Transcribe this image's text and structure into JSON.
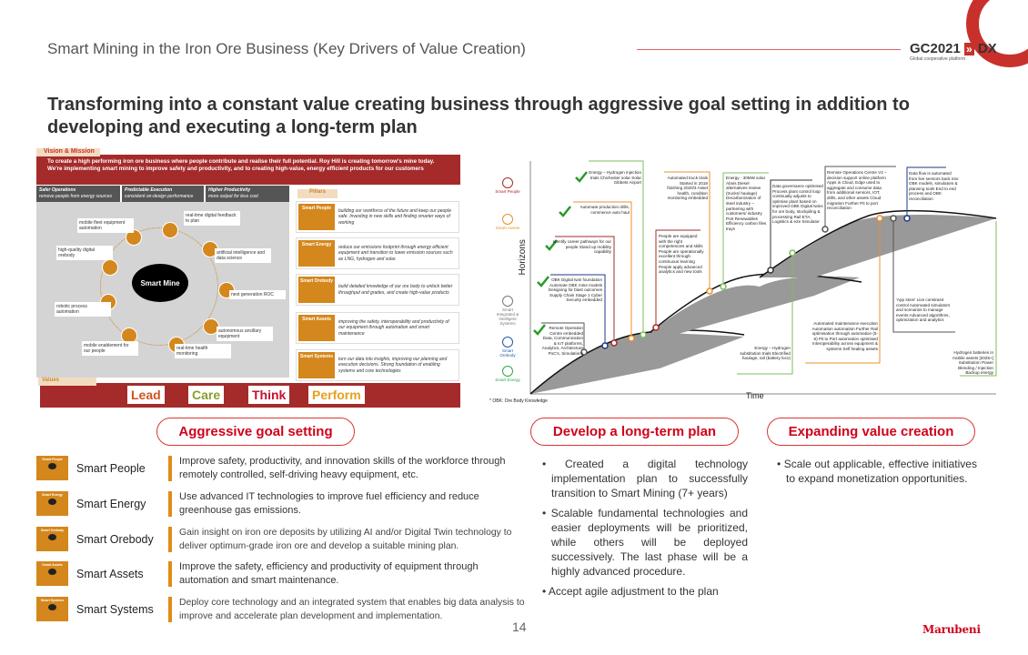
{
  "header": {
    "title": "Smart Mining in the Iron Ore Business (Key Drivers of Value Creation)",
    "logo_text": "GC2021",
    "logo_suffix": "DX",
    "logo_sub": "Global cooperative platform"
  },
  "headline": "Transforming into a constant value creating business through aggressive goal setting in addition to developing and executing a long-term plan",
  "left_image": {
    "vision_tab": "Vision & Mission",
    "vision_text": "To create a high performing iron ore business where people contribute and realise their full potential. Roy Hill is creating tomorrow's mine today. We're implementing smart mining to improve safety and productivity, and to creating high-value, energy efficient products for our customers",
    "goals": [
      {
        "t": "Safer Operations",
        "s": "remove people from energy sources"
      },
      {
        "t": "Predictable Execution",
        "s": "consistent on-design performance"
      },
      {
        "t": "Higher Productivity",
        "s": "more output for less cost"
      }
    ],
    "center": "Smart Mine",
    "nodes": [
      "real-time digital feedback to plan",
      "artificial intelligence and data science",
      "next generation ROC",
      "autonomous ancillary equipment",
      "real-time health monitoring",
      "mobile enablement for our people",
      "robotic process automation",
      "high-quality digital orebody",
      "mobile fleet equipment automation"
    ],
    "pillars_tab": "Pillars",
    "pillars": [
      {
        "n": "Smart People",
        "t": "building our workforce of the future and keep our people safe. Investing in new skills and finding smarter ways of working"
      },
      {
        "n": "Smart Energy",
        "t": "reduce our emissions footprint through energy efficient equipment and transition to lower emission sources such as LNG, hydrogen and solar."
      },
      {
        "n": "Smart Orebody",
        "t": "build detailed knowledge of our ore body to unlock better throughput and grades, and create high-value products"
      },
      {
        "n": "Smart Assets",
        "t": "improving the safety, interoperability and productivity of our equipment through automation and smart maintenance"
      },
      {
        "n": "Smart Systems",
        "t": "turn our data into insights, improving our planning and execution decisions. Strong foundation of enabling systems and core technologies"
      }
    ],
    "values_tab": "Values",
    "values": [
      {
        "t": "Lead",
        "c": "#d0531c"
      },
      {
        "t": "Care",
        "c": "#8aa02a"
      },
      {
        "t": "Think",
        "c": "#c8102e"
      },
      {
        "t": "Perform",
        "c": "#e8a020"
      }
    ]
  },
  "right_image": {
    "y_axis": "Horizons",
    "x_axis": "Time",
    "footnote": "* OBK: Ore Body Knowledge",
    "side": [
      {
        "t": "Smart People",
        "c": "#a52a2a"
      },
      {
        "t": "Smart Assets",
        "c": "#e8902a"
      },
      {
        "t": "Smart Integrated & Intelligent Systems",
        "c": "#777"
      },
      {
        "t": "Smart Orebody",
        "c": "#1e5aa8"
      },
      {
        "t": "Smart Energy",
        "c": "#2ea84a"
      }
    ],
    "boxes": [
      "Remote Operation Centre embedded Data, Communication & IoT platforms, Analytics, Architecture PoC's, Simulations",
      "OBK Digital twin foundation Automate OBK mine models Designing for blast outcomes Supply Chain Stage 1 Cyber Security embedded",
      "Identify career pathways for our people Stand up mobility capability",
      "Automate production drills, commence auto haul",
      "Energy – Hydrogen injection trials Chichester solar Solar Gibbets Airport",
      "Automated truck trials Started in 2019 finishing 2020/3 Asset health, condition monitoring embedded",
      "People are equipped with the right competencies and skills People are operationally excellent through continuous learning People apply advanced analytics and new tools",
      "Energy - 30MW solar Abnis Diesel alternatives review (trucks/ haulage) Decarbonization of steel industry – partnering with customers/ industry Port Renewables Efficiency carbon files trays",
      "Data governance optimised Process plant control loop continually adjusts to optimise plant based on improved OBK Digital twins for ore body, stockpiling & processing Rail ETA, Logistics & e2e Simulator",
      "Remote Operations Centre V2 – decision support online platform Apps in Cloud, Edge used to aggregate and consume data from additional sensors, IOT, drills, and other assets Cloud migration Further Pit to port reconciliation",
      "Data flow is automated from live sensors back into OBK models, simulators & planning tools End to end process and OBK reconciliation",
      "Energy – Hydrogen substitution trials Electrified haulage, rail (battery loco)",
      "Automated maintenance execution Automation automation Further Rail optimisation through automation (5-6) Pit to Port automation optimised Interoperability across equipment & systems Self healing assets",
      "'App store' Live constraint control Automated simulators and scenarios to manage events Advanced algorithms, optimization and analytics",
      "Hydrogen batteries in mobile assets [2025+] Substitution Power Blending / Injection Backup energy"
    ]
  },
  "sections": {
    "goal_title": "Aggressive goal setting",
    "plan_title": "Develop a long-term plan",
    "expand_title": "Expanding value creation",
    "goals": [
      {
        "name": "Smart People",
        "icon_label": "Smart People",
        "text": "Improve safety, productivity, and innovation skills of the workforce through remotely controlled, self-driving heavy equipment, etc."
      },
      {
        "name": "Smart Energy",
        "icon_label": "Smart Energy",
        "text": "Use advanced IT technologies to improve fuel efficiency and reduce greenhouse gas emissions."
      },
      {
        "name": "Smart Orebody",
        "icon_label": "Smart Orebody",
        "text": "Gain insight on iron ore deposits by utilizing AI and/or Digital Twin technology to deliver optimum-grade iron ore and develop a suitable mining plan."
      },
      {
        "name": "Smart Assets",
        "icon_label": "Smart Assets",
        "text": "Improve the safety, efficiency and productivity of equipment through automation and smart maintenance."
      },
      {
        "name": "Smart Systems",
        "icon_label": "Smart Systems",
        "text": "Deploy core technology and an integrated system that enables big data analysis to improve and accelerate plan development and implementation."
      }
    ],
    "plan_bullets": [
      "Created a digital technology implementation plan to successfully transition to Smart Mining (7+ years)",
      "Scalable fundamental technologies and easier deployments will be prioritized, while others will be deployed successively. The last phase will be a highly advanced procedure.",
      "Accept agile adjustment to the plan"
    ],
    "expand_bullets": [
      "Scale out applicable, effective initiatives to expand monetization opportunities."
    ]
  },
  "footer": {
    "page": "14",
    "brand": "Marubeni"
  }
}
